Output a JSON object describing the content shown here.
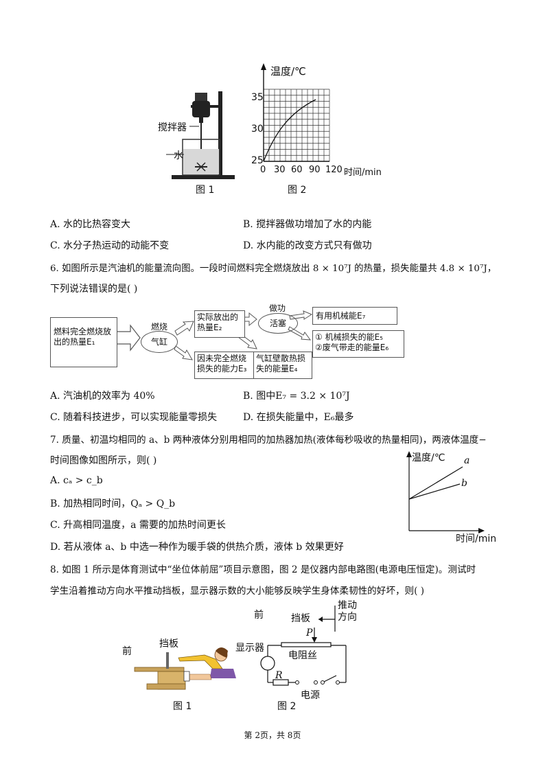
{
  "q5": {
    "fig1": {
      "stirrer": "搅拌器",
      "water": "水",
      "caption": "图 1"
    },
    "fig2": {
      "caption": "图 2",
      "ylabel": "温度/℃",
      "xlabel": "时间/min",
      "yticks": [
        "35",
        "30",
        "25"
      ],
      "xticks": [
        "0",
        "30",
        "60",
        "90",
        "120"
      ]
    },
    "options": {
      "a": "A. 水的比热容变大",
      "b": "B. 搅拌器做功增加了水的内能",
      "c": "C. 水分子热运动的动能不变",
      "d": "D. 水内能的改变方式只有做功"
    }
  },
  "q6": {
    "stem_line1": "6. 如图所示是汽油机的能量流向图。一段时间燃料完全燃烧放出 8 × 10⁷J 的热量，损失能量共 4.8 × 10⁷J，",
    "stem_line2": "下列说法错误的是(     )",
    "diagram": {
      "fuel": "燃料完全燃烧放出的热量E₁",
      "burn": "燃烧",
      "cylinder": "气缸",
      "actual_heat": "实际放出的热量E₂",
      "work": "做功",
      "piston": "活塞",
      "useful": "有用机械能E₇",
      "loss1": "① 机械损失的能E₅",
      "loss2": "②废气带走的能量E₆",
      "incomplete": "因未完全燃烧损失的能力E₃",
      "wall": "气缸壁散热损失的能量E₄"
    },
    "options": {
      "a": "A. 汽油机的效率为 40%",
      "b": "B. 图中E₇ = 3.2 × 10⁷J",
      "c": "C. 随着科技进步，可以实现能量零损失",
      "d": "D. 在损失能量中，E₆最多"
    }
  },
  "q7": {
    "stem_line1": "7. 质量、初温均相同的 a、b 两种液体分别用相同的加热器加热(液体每秒吸收的热量相同)，两液体温度−",
    "stem_line2": "时间图像如图所示，则(     )",
    "options": {
      "a": "A. cₐ > c_b",
      "b": "B. 加热相同时间，Qₐ > Q_b",
      "c": "C. 升高相同温度，a 需要的加热时间更长",
      "d": "D. 若从液体 a、b 中选一种作为暖手袋的供热介质，液体 b 效果更好"
    },
    "graph": {
      "ylabel": "温度/℃",
      "xlabel": "时间/min",
      "line_a": "a",
      "line_b": "b"
    }
  },
  "q8": {
    "stem_line1": "8. 如图 1 所示是体育测试中“坐位体前屈”项目示意图，图 2 是仪器内部电路图(电源电压恒定)。测试时",
    "stem_line2": "学生沿着推动方向水平推动挡板，显示器示数的大小能够反映学生身体柔韧性的好坏，则(     )",
    "fig1": {
      "front": "前",
      "board": "挡板",
      "caption": "图 1"
    },
    "fig2": {
      "front": "前",
      "board": "挡板",
      "push1": "推动",
      "push2": "方向",
      "p": "P",
      "display": "显示器",
      "wire": "电阻丝",
      "r": "R",
      "source": "电源",
      "caption": "图 2"
    }
  },
  "footer": "第 2页，共 8页"
}
